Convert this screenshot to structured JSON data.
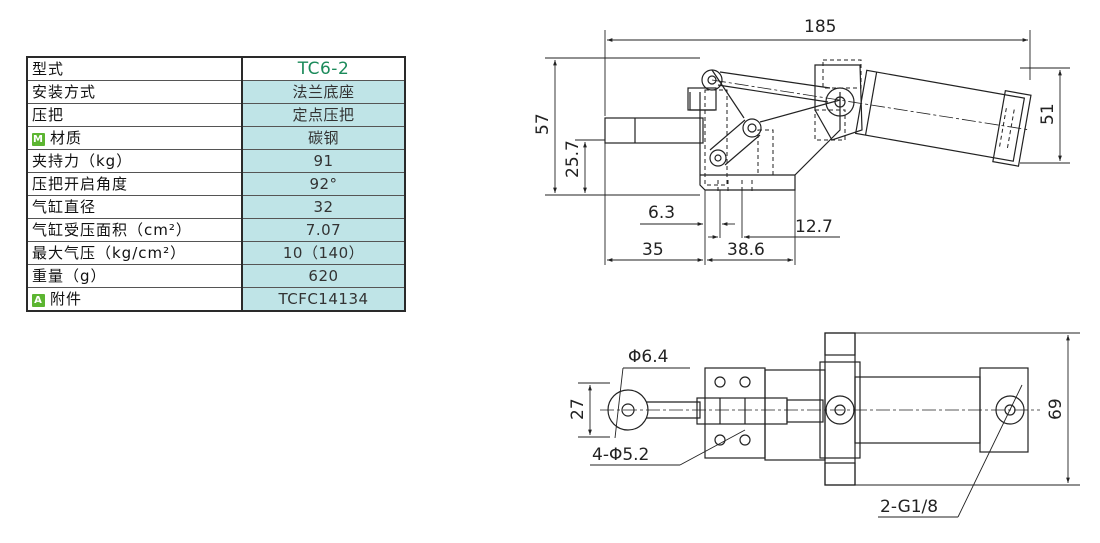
{
  "spec_table": {
    "rows": [
      {
        "label": "型式",
        "value": "TC6-2"
      },
      {
        "label": "安装方式",
        "value": "法兰底座"
      },
      {
        "label": "压把",
        "value": "定点压把"
      },
      {
        "label": "材质",
        "value": "碳钢",
        "badge": "M"
      },
      {
        "label": "夹持力（kg）",
        "value": "91"
      },
      {
        "label": "压把开启角度",
        "value": "92°"
      },
      {
        "label": "气缸直径",
        "value": "32"
      },
      {
        "label": "气缸受压面积（cm²）",
        "value": "7.07"
      },
      {
        "label": "最大气压（kg/cm²）",
        "value": "10（140）"
      },
      {
        "label": "重量（g）",
        "value": "620"
      },
      {
        "label": "附件",
        "value": "TCFC14134",
        "badge": "A"
      }
    ]
  },
  "dimensions": {
    "overall_length": "185",
    "height_total": "57",
    "height_lower": "25.7",
    "cylinder_height": "51",
    "dim_6_3": "6.3",
    "dim_12_7": "12.7",
    "dim_35": "35",
    "dim_38_6": "38.6",
    "hole_dia": "Φ6.4",
    "width_27": "27",
    "holes_4": "4-Φ5.2",
    "width_69": "69",
    "port": "2-G1/8"
  },
  "colors": {
    "value_cell": "#bfe4e7",
    "model_text": "#1b8a5a",
    "badge": "#5cb531",
    "line": "#222222"
  }
}
